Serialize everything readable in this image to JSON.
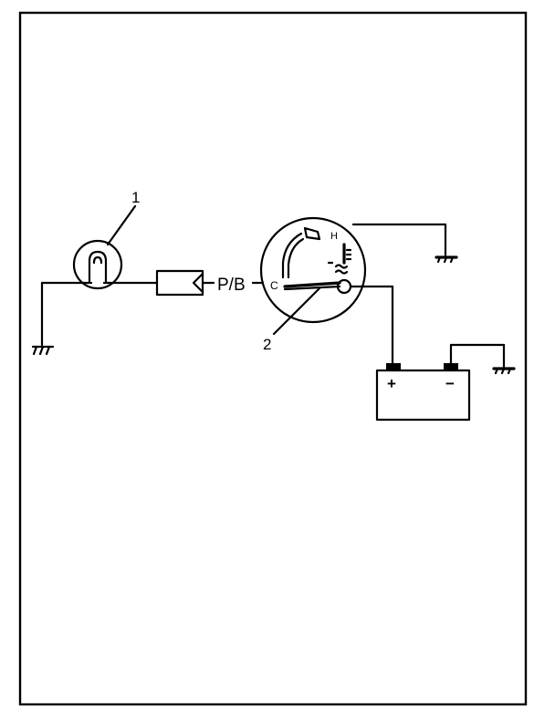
{
  "labels": {
    "callout_1": "1",
    "callout_2": "2",
    "wire_color": "P/B",
    "gauge_cold": "C",
    "gauge_hot": "H",
    "battery_positive": "+",
    "battery_negative": "−"
  },
  "colors": {
    "ink": "#000000",
    "paper": "#ffffff"
  },
  "icons": {
    "lamp": "bulb-icon",
    "connector": "connector-icon",
    "gauge": "temperature-gauge-icon",
    "thermometer": "thermometer-icon",
    "battery": "battery-icon",
    "ground": "ground-icon"
  }
}
